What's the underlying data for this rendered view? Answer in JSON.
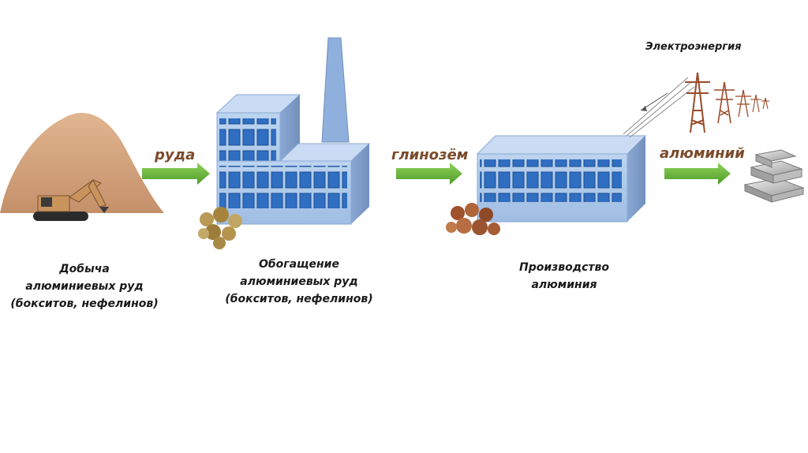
{
  "stages": [
    {
      "lines": [
        "Добыча",
        "алюминиевых руд",
        "(бокситов, нефелинов)"
      ]
    },
    {
      "lines": [
        "Обогащение",
        "алюминиевых руд",
        "(бокситов, нефелинов)"
      ]
    },
    {
      "lines": [
        "Производство",
        "алюминия"
      ]
    }
  ],
  "flows": [
    {
      "label": "руда"
    },
    {
      "label": "глинозём"
    },
    {
      "label": "алюминий"
    }
  ],
  "power_label": "Электроэнергия",
  "colors": {
    "mound": "#d2a07a",
    "building_front": "#a9c6e8",
    "building_side": "#7f9dc6",
    "window": "#2f6ec1",
    "arrow": "#5aa832",
    "flow_text": "#7a4a2a",
    "tower": "#9a4a2a"
  },
  "icons": [
    "excavator-icon",
    "ore-pile-icon",
    "alumina-pile-icon",
    "aluminum-ingots-icon",
    "power-tower-icon"
  ]
}
